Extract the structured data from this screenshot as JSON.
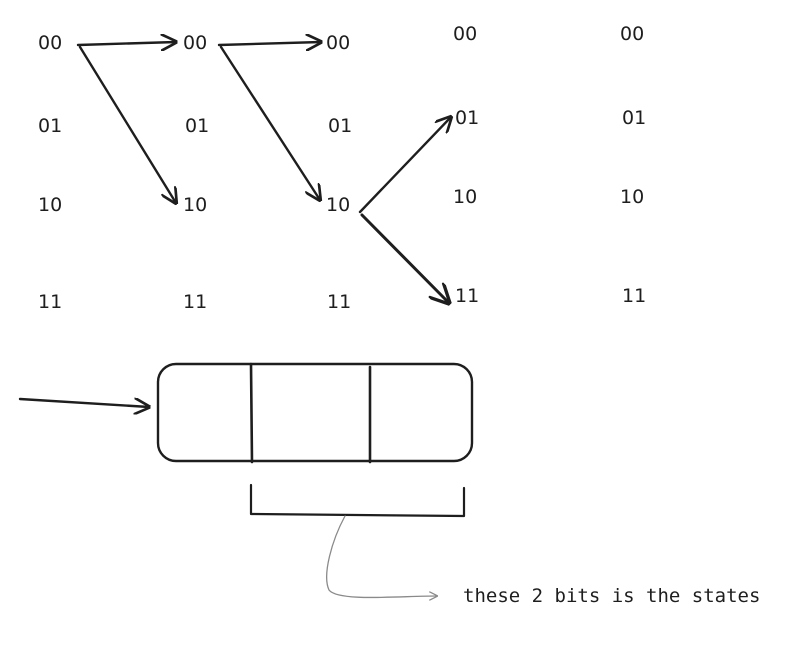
{
  "trellis": {
    "columns": [
      {
        "states": [
          "00",
          "01",
          "10",
          "11"
        ]
      },
      {
        "states": [
          "00",
          "01",
          "10",
          "11"
        ]
      },
      {
        "states": [
          "00",
          "01",
          "10",
          "11"
        ]
      },
      {
        "states": [
          "00",
          "01",
          "10",
          "11"
        ]
      },
      {
        "states": [
          "00",
          "01",
          "10",
          "11"
        ]
      }
    ]
  },
  "annotation": {
    "note": "these 2 bits is the states"
  },
  "colors": {
    "ink": "#1e1e1e",
    "soft_ink": "#8a8a8a",
    "background": "#ffffff"
  }
}
